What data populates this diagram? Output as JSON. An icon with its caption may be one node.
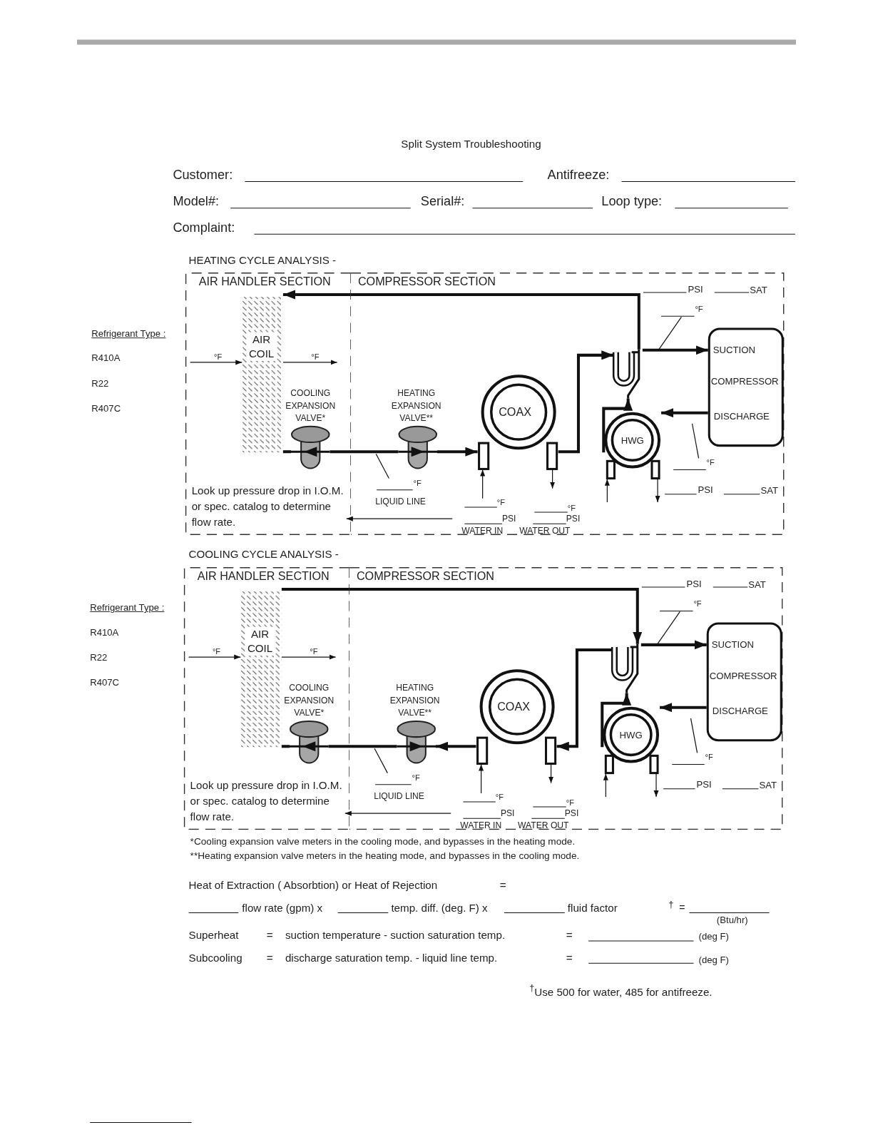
{
  "diagram": {
    "title": "Split System Troubleshooting",
    "nodes": [
      {
        "text": [
          "AIR HANDLER SECTION"
        ]
      },
      {
        "text": [
          "COMPRESSOR SECTION"
        ]
      },
      {
        "text": [
          "AIR COIL"
        ],
        "in": 0
      },
      {
        "text": [
          "COOLING EXPANSION VALVE*"
        ],
        "in": 0
      },
      {
        "text": [
          "HEATING EXPANSION VALVE**"
        ],
        "in": 1
      },
      {
        "text": [
          "COAX"
        ],
        "in": 1
      },
      {
        "text": [],
        "shape": "valve",
        "in": 1
      },
      {
        "text": [
          "SUCTION",
          "COMPRESSOR",
          "DISCHARGE"
        ],
        "in": 1
      },
      {
        "text": [
          "HWG"
        ],
        "in": 1
      },
      {
        "text": [
          "°F"
        ],
        "in": 1
      },
      {
        "text": [
          "°F"
        ],
        "beside": [
          "LIQUID LINE"
        ],
        "in": 1
      },
      {
        "text": [
          "°F"
        ],
        "in": 1
      },
      {
        "text": [
          "Look up pressure drop in I.O.M. or spec. catalog to determine flow rate."
        ],
        "in": 0
      },
      {
        "text": [
          "AIR HANDLER SECTION"
        ]
      },
      {
        "text": [
          "COMPRESSOR SECTION"
        ]
      },
      {
        "text": [
          "AIR COIL"
        ],
        "in": 13
      },
      {
        "text": [
          "COOLING EXPANSION VALVE*"
        ],
        "in": 13
      },
      {
        "text": [
          "HEATING EXPANSION VALVE**"
        ],
        "in": 14
      },
      {
        "text": [
          "COAX"
        ],
        "in": 14
      },
      {
        "text": [],
        "shape": "valve",
        "in": 14
      },
      {
        "text": [
          "SUCTION",
          "COMPRESSOR",
          "DISCHARGE"
        ],
        "in": 14
      },
      {
        "text": [
          "HWG"
        ],
        "in": 14
      },
      {
        "text": [
          "°F"
        ],
        "in": 14
      },
      {
        "text": [
          "°F"
        ],
        "beside": [
          "LIQUID LINE"
        ],
        "in": 14
      },
      {
        "text": [
          "°F"
        ],
        "in": 14
      },
      {
        "text": [
          "Look up pressure drop in I.O.M. or spec. catalog to determine flow rate."
        ],
        "in": 13
      }
    ],
    "edges": [
      {
        "from": 7,
        "to": 8,
        "arrow": "to",
        "style": "thick"
      },
      {
        "from": 8,
        "to": 6,
        "arrow": "to",
        "style": "thick"
      },
      {
        "from": 6,
        "to": 2,
        "arrow": "to",
        "style": "thick"
      },
      {
        "from": 2,
        "to": 3,
        "arrow": "none",
        "style": "thick"
      },
      {
        "from": 3,
        "to": 4,
        "arrow": "none",
        "style": "thick"
      },
      {
        "from": 4,
        "to": 5,
        "arrow": "to",
        "style": "thick"
      },
      {
        "from": 5,
        "to": 6,
        "arrow": "to",
        "style": "thick"
      },
      {
        "from": 6,
        "to": 7,
        "arrow": "to",
        "style": "thick"
      },
      {
        "from": null,
        "to": 2,
        "arrow": "to",
        "label": "°F"
      },
      {
        "from": 2,
        "to": null,
        "arrow": "to",
        "label": "°F"
      },
      {
        "from": null,
        "to": 5,
        "arrow": "to"
      },
      {
        "from": 5,
        "to": null,
        "arrow": "to"
      },
      {
        "from": null,
        "to": 8,
        "arrow": "to"
      },
      {
        "from": 8,
        "to": null,
        "arrow": "to"
      },
      {
        "from": null,
        "to": 12,
        "arrow": "to"
      },
      {
        "from": 9,
        "to": null,
        "arrow": "none"
      },
      {
        "from": 10,
        "to": null,
        "arrow": "none"
      },
      {
        "from": 11,
        "to": null,
        "arrow": "none"
      },
      {
        "from": 20,
        "to": 21,
        "arrow": "to",
        "style": "thick"
      },
      {
        "from": 21,
        "to": 19,
        "arrow": "to",
        "style": "thick"
      },
      {
        "from": 15,
        "to": 19,
        "arrow": "to",
        "style": "thick"
      },
      {
        "from": 16,
        "to": 15,
        "arrow": "none",
        "style": "thick"
      },
      {
        "from": 17,
        "to": 16,
        "arrow": "none",
        "style": "thick"
      },
      {
        "from": 18,
        "to": 17,
        "arrow": "to",
        "style": "thick"
      },
      {
        "from": 19,
        "to": 18,
        "arrow": "to",
        "style": "thick"
      },
      {
        "from": 19,
        "to": 20,
        "arrow": "to",
        "style": "thick"
      },
      {
        "from": null,
        "to": 15,
        "arrow": "to",
        "label": "°F"
      },
      {
        "from": 15,
        "to": null,
        "arrow": "to",
        "label": "°F"
      },
      {
        "from": null,
        "to": 18,
        "arrow": "to"
      },
      {
        "from": 18,
        "to": null,
        "arrow": "to"
      },
      {
        "from": null,
        "to": 21,
        "arrow": "to"
      },
      {
        "from": 21,
        "to": null,
        "arrow": "to"
      },
      {
        "from": null,
        "to": 25,
        "arrow": "to"
      },
      {
        "from": 22,
        "to": null,
        "arrow": "none"
      },
      {
        "from": 23,
        "to": null,
        "arrow": "none"
      },
      {
        "from": 24,
        "to": null,
        "arrow": "none"
      }
    ],
    "labels": [
      "Customer:",
      "Antifreeze:",
      "Model#:",
      "Serial#:",
      "Loop type:",
      "Complaint:",
      "HEATING CYCLE ANALYSIS -",
      "Refrigerant Type :",
      "R410A",
      "R22",
      "R407C",
      "PSI",
      "SAT",
      "PSI",
      "SAT",
      "°F",
      "°F",
      "PSI",
      "PSI",
      "WATER IN",
      "WATER OUT",
      "COOLING CYCLE ANALYSIS -",
      "Refrigerant Type :",
      "R410A",
      "R22",
      "R407C",
      "PSI",
      "SAT",
      "PSI",
      "SAT",
      "°F",
      "°F",
      "PSI",
      "PSI",
      "WATER IN",
      "WATER OUT",
      "*Cooling expansion valve meters in the cooling mode, and bypasses in the heating mode.",
      "**Heating expansion valve meters in the heating mode, and bypasses in the cooling mode.",
      "Heat of Extraction ( Absorbtion) or Heat of Rejection",
      "=",
      "flow rate (gpm) x",
      "temp. diff. (deg. F) x",
      "fluid factor",
      "†",
      "=",
      "(Btu/hr)",
      "Superheat",
      "=",
      "suction temperature - suction saturation temp.",
      "=",
      "(deg F)",
      "Subcooling",
      "=",
      "discharge saturation temp. - liquid line temp.",
      "=",
      "(deg F)",
      "$^{†}$Use 500 for water, 485 for antifreeze."
    ]
  }
}
